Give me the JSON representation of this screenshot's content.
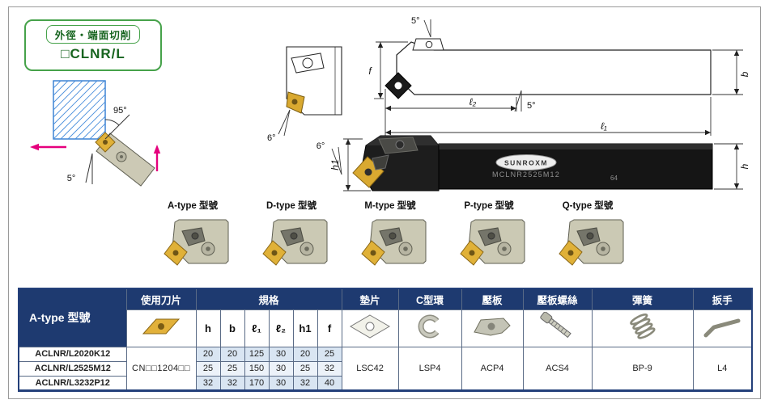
{
  "page": {
    "info_box": {
      "title": "外徑・端面切削",
      "model": "□CLNR/L",
      "lead_angle": "95°",
      "end_angle": "5°"
    },
    "side_view": {
      "clamp_angle": "5°",
      "front_clearance_angle": "6°",
      "edge_angle": "5°",
      "dim_f": "f",
      "dim_l2": "ℓ₂",
      "dim_l1": "ℓ₁",
      "dim_b": "b"
    },
    "top_view": {
      "rake_angle": "6°",
      "dim_h1": "h1",
      "dim_h": "h",
      "brand": "SUNROXM",
      "marking": "MCLNR2525M12",
      "size_mark": "64"
    },
    "types": [
      {
        "label": "A-type 型號"
      },
      {
        "label": "D-type 型號"
      },
      {
        "label": "M-type 型號"
      },
      {
        "label": "P-type 型號"
      },
      {
        "label": "Q-type 型號"
      }
    ],
    "icons": {
      "insert": "insert-icon",
      "shim": "shim-icon",
      "cring": "c-ring-icon",
      "clamp": "clamp-icon",
      "clamp_screw": "clamp-screw-icon",
      "spring": "spring-icon",
      "wrench": "wrench-icon"
    },
    "table": {
      "row_header_title": "A-type 型號",
      "col_insert": "使用刀片",
      "col_spec": "規格",
      "spec_headers": [
        "h",
        "b",
        "ℓ₁",
        "ℓ₂",
        "h1",
        "f"
      ],
      "col_shim": "墊片",
      "col_cring": "C型環",
      "col_clamp": "壓板",
      "col_clamp_screw": "壓板螺絲",
      "col_spring": "彈簧",
      "col_wrench": "扳手",
      "insert_code": "CN□□1204□□",
      "rows": [
        {
          "model": "ACLNR/L2020K12",
          "h": "20",
          "b": "20",
          "l1": "125",
          "l2": "30",
          "h1": "20",
          "f": "25"
        },
        {
          "model": "ACLNR/L2525M12",
          "h": "25",
          "b": "25",
          "l1": "150",
          "l2": "30",
          "h1": "25",
          "f": "32"
        },
        {
          "model": "ACLNR/L3232P12",
          "h": "32",
          "b": "32",
          "l1": "170",
          "l2": "30",
          "h1": "32",
          "f": "40"
        }
      ],
      "shim": "LSC42",
      "cring": "LSP4",
      "clamp": "ACP4",
      "clamp_screw": "ACS4",
      "spring": "BP-9",
      "wrench": "L4"
    }
  }
}
